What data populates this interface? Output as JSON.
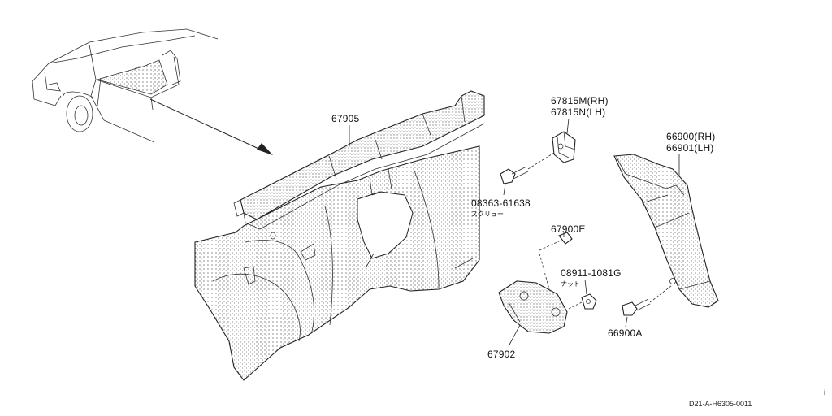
{
  "diagram": {
    "callouts": {
      "p67905": "67905",
      "p67815m": "67815M(RH)",
      "p67815n": "67815N(LH)",
      "p66900": "66900(RH)",
      "p66901": "66901(LH)",
      "p08363": "08363-61638",
      "p08363_note": "スクリュー",
      "p67900e": "67900E",
      "p08911": "08911-1081G",
      "p08911_note": "ナット",
      "p66900a": "66900A",
      "p67902": "67902"
    },
    "reference": "D21-A-H6305-0011",
    "corner_mark": "i"
  }
}
